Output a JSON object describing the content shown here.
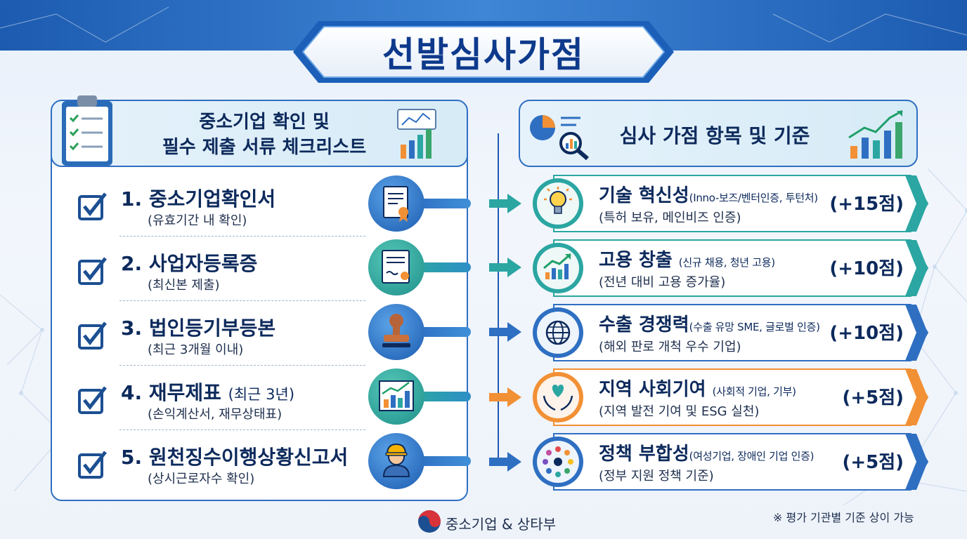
{
  "title": "선발심사가점",
  "colors": {
    "navy": "#0d2a5c",
    "blue": "#2e6fc2",
    "teal": "#2ba6a2",
    "orange": "#f29035",
    "green": "#3aa66b"
  },
  "left_panel": {
    "header_line1": "중소기업 확인 및",
    "header_line2": "필수 제출 서류 체크리스트",
    "items": [
      {
        "title": "1. 중소기업확인서",
        "note": "",
        "sub": "(유효기간 내 확인)",
        "icon": "certificate-icon"
      },
      {
        "title": "2. 사업자등록증",
        "note": "",
        "sub": "(최신본 제출)",
        "icon": "registration-document-icon"
      },
      {
        "title": "3. 법인등기부등본",
        "note": "",
        "sub": "(최근 3개월 이내)",
        "icon": "stamp-icon"
      },
      {
        "title": "4. 재무제표",
        "note": "(최근 3년)",
        "sub": "(손익계산서, 재무상태표)",
        "icon": "financial-chart-icon"
      },
      {
        "title": "5. 원천징수이행상황신고서",
        "note": "",
        "sub": "(상시근로자수 확인)",
        "icon": "worker-icon"
      }
    ]
  },
  "right_panel": {
    "header": "심사 가점 항목 및 기준",
    "items": [
      {
        "title": "기술 혁신성",
        "note": "(Inno-보즈/벤터인증, 투턴처)",
        "sub": "(특허 보유, 메인비즈 인증)",
        "points": "(+15점)",
        "icon": "lightbulb-icon"
      },
      {
        "title": "고용 창출",
        "note": "(신규 채용, 청년 고용)",
        "sub": "(전년 대비 고용 증가율)",
        "points": "(+10점)",
        "icon": "growth-chart-icon"
      },
      {
        "title": "수출 경쟁력",
        "note": "(수출 유망 SME, 글로벌 인증)",
        "sub": "(해외 판로 개척 우수 기업)",
        "points": "(+10점)",
        "icon": "globe-icon"
      },
      {
        "title": "지역 사회기여",
        "note": "(사회적 기업, 기부)",
        "sub": "(지역 발전 기여 및 ESG 실천)",
        "points": "(+5점)",
        "icon": "heart-hands-icon"
      },
      {
        "title": "정책 부합성",
        "note": "(여성기업, 장애인 기업 인증)",
        "sub": "(정부 지원 정책 기준)",
        "points": "(+5점)",
        "icon": "people-circle-icon"
      }
    ]
  },
  "footer": {
    "ministry": "중소기업 & 상타부",
    "footnote": "※ 평가 기관별 기준 상이 가능"
  }
}
